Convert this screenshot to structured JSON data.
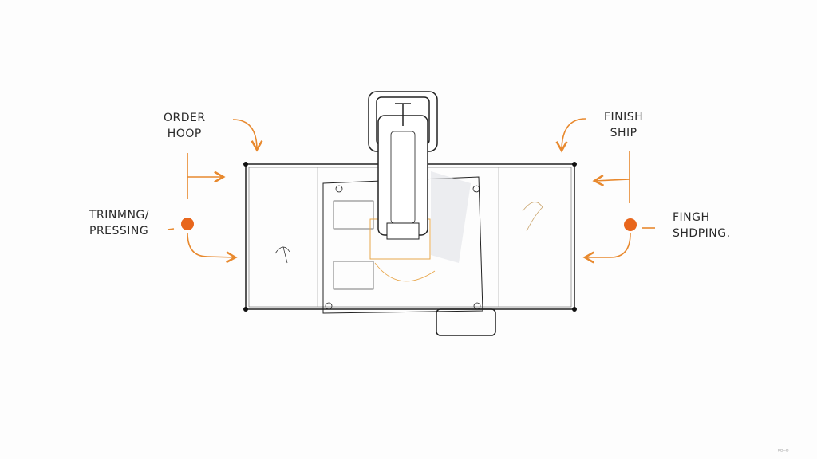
{
  "labels": {
    "top_left": [
      "ORDER",
      "HOOP"
    ],
    "mid_left": [
      "TRINMNG/",
      "PRESSING"
    ],
    "top_right": [
      "FINISH",
      "SHIP"
    ],
    "mid_right": [
      "FINGH",
      "SHDPING."
    ]
  },
  "signature": "ᴿᴰ⁻ᴰ",
  "colors": {
    "accent": "#e8892e",
    "dot": "#e8661c",
    "ink": "#222222"
  }
}
